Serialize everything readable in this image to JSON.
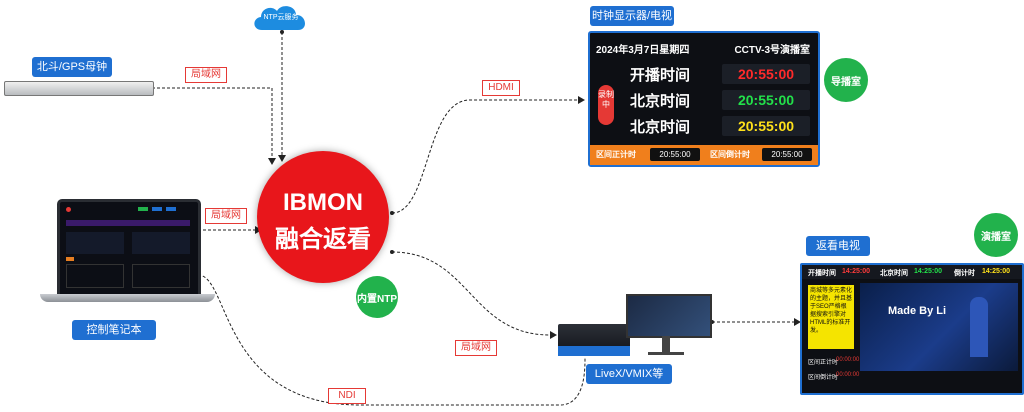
{
  "cloud": {
    "label": "NTP云服务"
  },
  "gps": {
    "label": "北斗/GPS母钟"
  },
  "display": {
    "label": "时钟显示器/电视"
  },
  "director_room": {
    "label": "导播室"
  },
  "studio": {
    "label": "演播室"
  },
  "center": {
    "line1": "IBMON",
    "line2": "融合返看"
  },
  "internal_ntp": {
    "label": "内置NTP"
  },
  "laptop": {
    "label": "控制笔记本"
  },
  "livex": {
    "label": "LiveX/VMIX等"
  },
  "replay_tv": {
    "label": "返看电视"
  },
  "connections": {
    "lan1": "局域网",
    "lan2": "局域网",
    "lan3": "局域网",
    "hdmi": "HDMI",
    "ndi": "NDI"
  },
  "clock_screen": {
    "date": "2024年3月7日星期四",
    "studio_name": "CCTV-3号演播室",
    "recording": "录制中",
    "rows": [
      {
        "label": "开播时间",
        "time": "20:55:00",
        "color": "#ff2a2a"
      },
      {
        "label": "北京时间",
        "time": "20:55:00",
        "color": "#22e04a"
      },
      {
        "label": "北京时间",
        "time": "20:55:00",
        "color": "#ffe11a"
      }
    ],
    "footer": {
      "left_label": "区间正计时",
      "left_value": "20:55:00",
      "right_label": "区间倒计时",
      "right_value": "20:55:00"
    }
  },
  "tv_screen": {
    "top": [
      {
        "label": "开播时间",
        "time": "14:25:00",
        "color": "#ff3b3b"
      },
      {
        "label": "北京时间",
        "time": "14:25:00",
        "color": "#22e04a"
      },
      {
        "label": "倒计时",
        "time": "14:25:00",
        "color": "#ffe11a"
      }
    ],
    "note": "商城等多元素化的主题，并且基于SEO严格根据搜索引擎对HTML的标准开发。",
    "caption": "Made By Li",
    "bottom1_label": "区间正计时",
    "bottom1_value": "00:00:00",
    "bottom2_label": "区间倒计时",
    "bottom2_value": "00:00:00"
  },
  "colors": {
    "brand_red": "#e8161b",
    "label_blue": "#1f6fd1",
    "ntp_green": "#22b24c",
    "lan_red": "#e53935"
  }
}
